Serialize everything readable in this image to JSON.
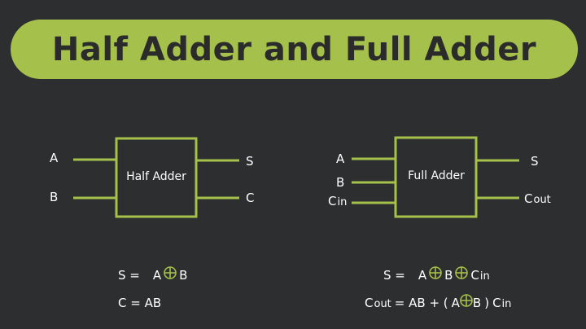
{
  "title": "Half Adder and Full Adder",
  "colors": {
    "accent": "#a5c04b",
    "background": "#2d2e2f",
    "text": "#ffffff"
  },
  "half_adder": {
    "box_label": "Half Adder",
    "inputs": [
      "A",
      "B"
    ],
    "outputs": [
      "S",
      "C"
    ],
    "sum_eq": {
      "lhs": "S =",
      "a": "A",
      "b": "B"
    },
    "carry_eq": "C = AB"
  },
  "full_adder": {
    "box_label": "Full Adder",
    "inputs": [
      "A",
      "B"
    ],
    "cin_main": "C",
    "cin_sub": "in",
    "outputs": [
      "S"
    ],
    "cout_main": "C",
    "cout_sub": "out",
    "sum_eq": {
      "lhs": "S =",
      "a": "A",
      "b": "B",
      "c": "C",
      "c_sub": "in"
    },
    "carry_eq": {
      "lhs_main": "C",
      "lhs_sub": "out",
      "part1": "= AB + (",
      "a": "A",
      "b": "B",
      "part2": ")",
      "c": "C",
      "c_sub": "in"
    }
  }
}
